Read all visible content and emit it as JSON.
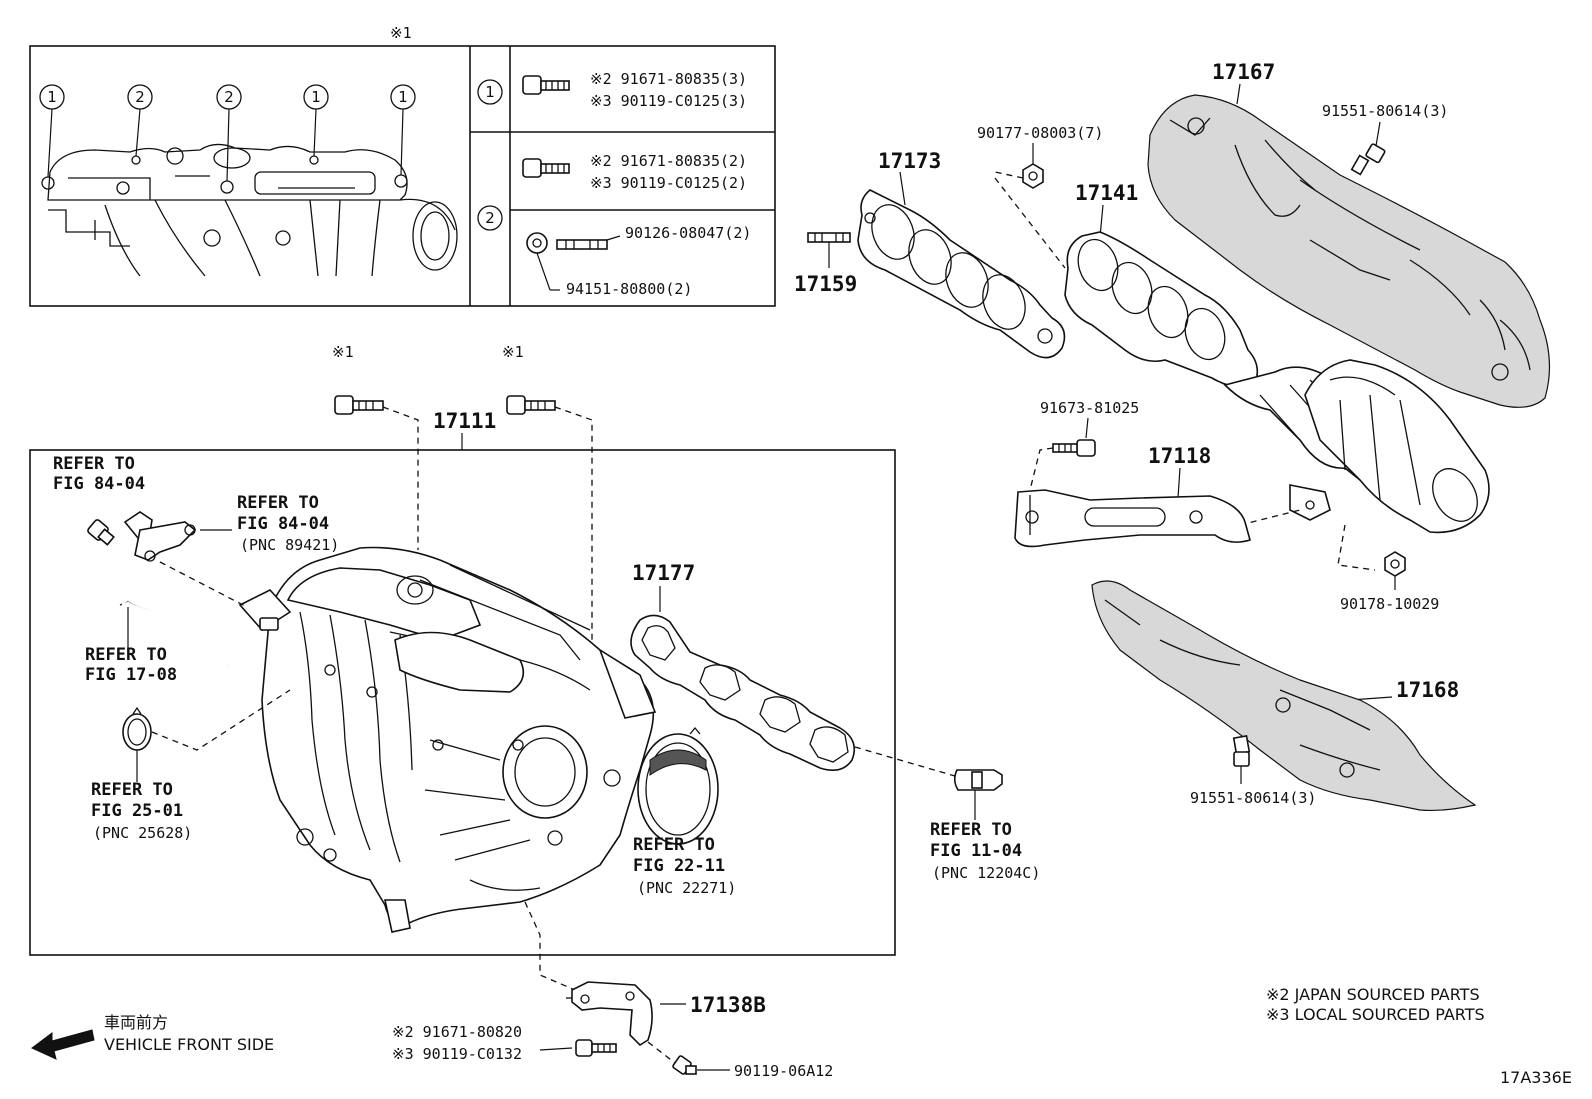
{
  "inset": {
    "marker": "※1",
    "positions": [
      "1",
      "2",
      "2",
      "1",
      "1"
    ],
    "rows": [
      {
        "circle": "1",
        "lines": [
          "※2 91671-80835(3)",
          "※3 90119-C0125(3)"
        ]
      },
      {
        "circle": "2",
        "lines": [
          "※2 91671-80835(2)",
          "※3 90119-C0125(2)",
          "90126-08047(2)",
          "94151-80800(2)"
        ]
      }
    ]
  },
  "labels": {
    "p17173": "17173",
    "p17159": "17159",
    "p90177": "90177-08003(7)",
    "p17141": "17141",
    "p17167": "17167",
    "p91551a": "91551-80614(3)",
    "p91673": "91673-81025",
    "p17118": "17118",
    "p90178": "90178-10029",
    "p17168": "17168",
    "p91551b": "91551-80614(3)",
    "p17111": "17111",
    "mark1a": "※1",
    "mark1b": "※1",
    "p17177": "17177",
    "p17138b": "17138B",
    "p91671b": "※2 91671-80820",
    "p90119b": "※3 90119-C0132",
    "p9011906": "90119-06A12",
    "diagram_id": "17A336E"
  },
  "refers": {
    "r1": [
      "REFER TO",
      "FIG 84-04"
    ],
    "r2": [
      "REFER TO",
      "FIG 84-04",
      "(PNC 89421)"
    ],
    "r3": [
      "REFER TO",
      "FIG 17-08"
    ],
    "r4": [
      "REFER TO",
      "FIG 25-01",
      "(PNC 25628)"
    ],
    "r5": [
      "REFER TO",
      "FIG 22-11",
      "(PNC 22271)"
    ],
    "r6": [
      "REFER TO",
      "FIG 11-04",
      "(PNC 12204C)"
    ]
  },
  "legend": {
    "japan": "※2  JAPAN SOURCED PARTS",
    "local": "※3  LOCAL SOURCED PARTS"
  },
  "front": {
    "jp": "車両前方",
    "en": "VEHICLE FRONT SIDE"
  }
}
